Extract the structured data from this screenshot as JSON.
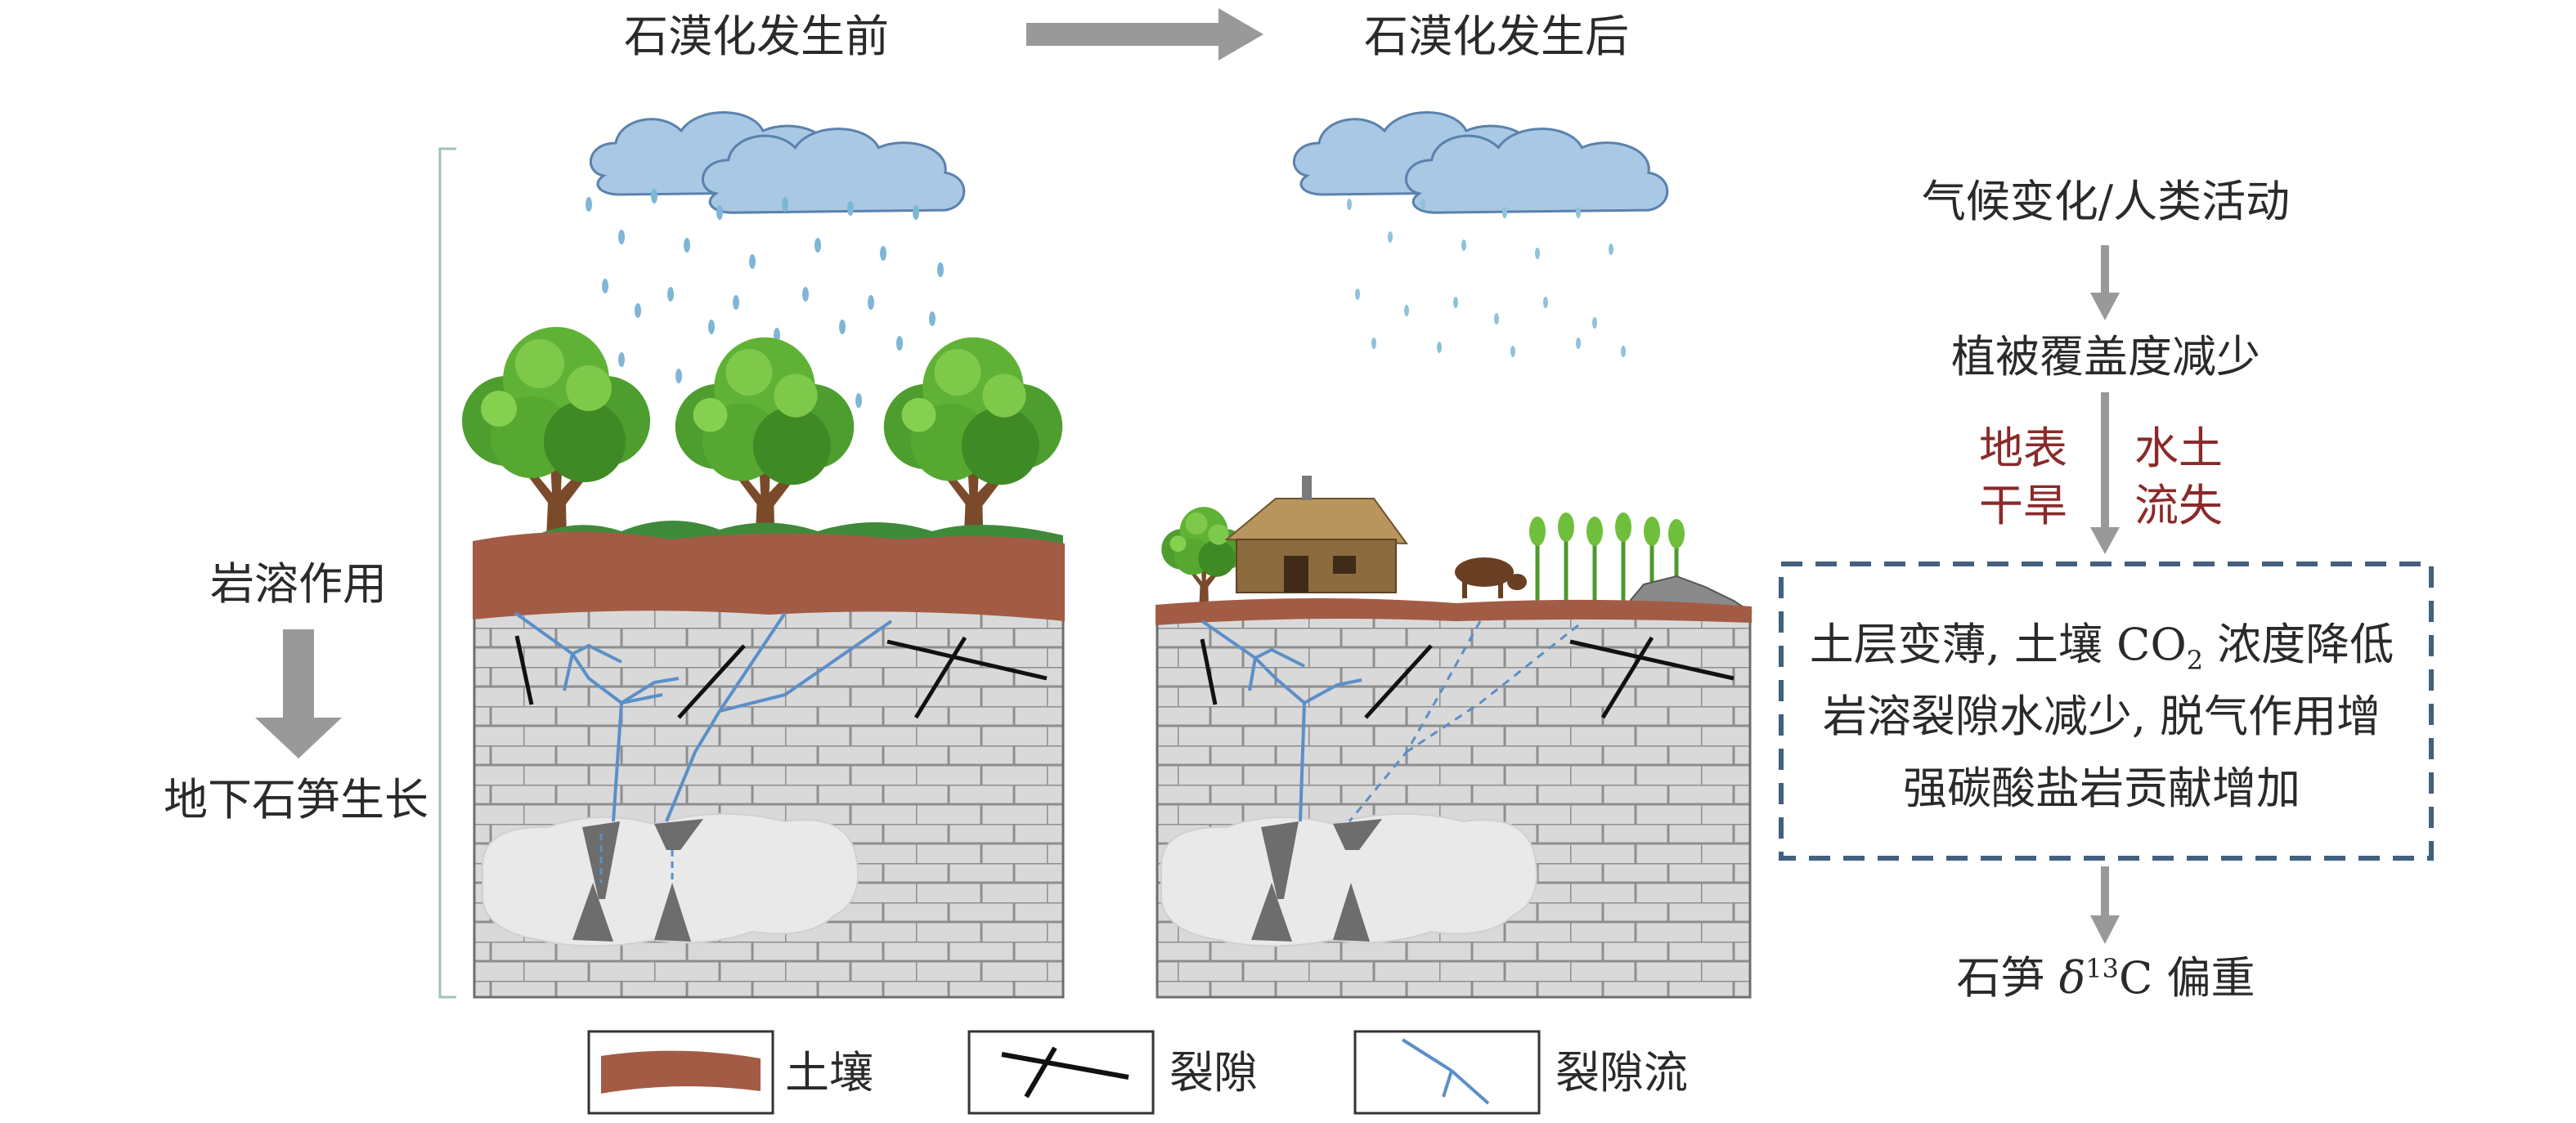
{
  "headers": {
    "before": "石漠化发生前",
    "after": "石漠化发生后"
  },
  "left_labels": {
    "karst": "岩溶作用",
    "stalagmite_growth": "地下石笋生长"
  },
  "right_chain": {
    "cause": "气候变化/人类活动",
    "step1": "植被覆盖度减少",
    "effect_left_line1": "地表",
    "effect_left_line2": "干旱",
    "effect_right_line1": "水土",
    "effect_right_line2": "流失",
    "box_line1_a": "土层变薄, 土壤 CO",
    "box_line1_sub": "2",
    "box_line1_b": " 浓度降低",
    "box_line2": "岩溶裂隙水减少, 脱气作用增",
    "box_line3": "强碳酸盐岩贡献增加",
    "result_a": "石笋 ",
    "result_delta": "δ",
    "result_sup": "13",
    "result_b": "C 偏重"
  },
  "legend": {
    "soil": "土壤",
    "fracture": "裂隙",
    "fracture_flow": "裂隙流"
  },
  "colors": {
    "soil": "#a25c45",
    "rock": "#d8d8d8",
    "rock_line": "#8c8c8c",
    "fracture": "#111111",
    "fracture_flow": "#5b8fc8",
    "cloud": "#a9c8e4",
    "arrow": "#999999",
    "dashed_box": "#43607f",
    "red_text": "#8b2a2a"
  }
}
